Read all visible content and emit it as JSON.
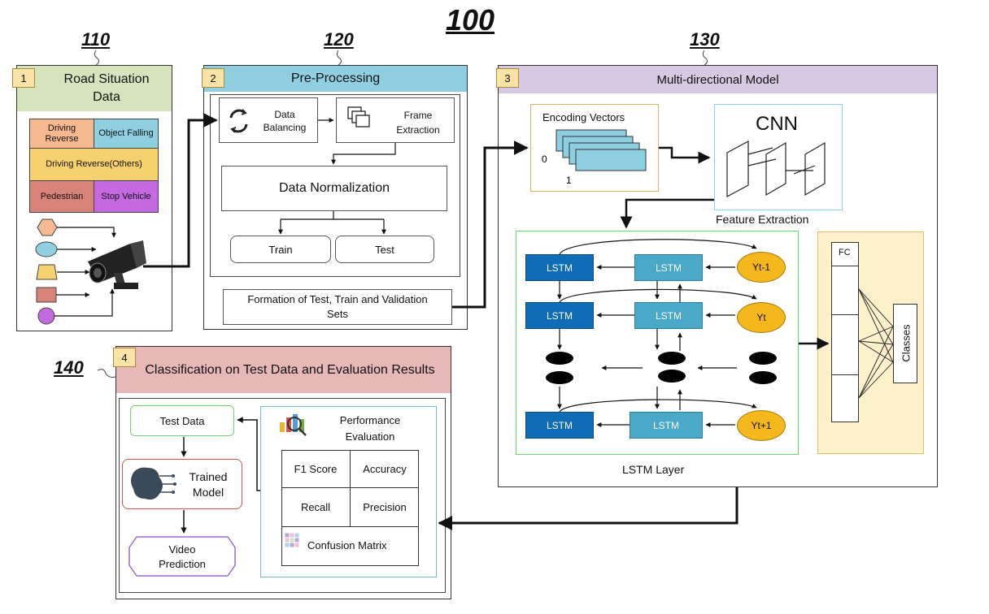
{
  "diagram": {
    "ref_main": "100",
    "ref_1": "110",
    "ref_2": "120",
    "ref_3": "130",
    "ref_4": "140"
  },
  "panel1": {
    "number": "1",
    "title": "Road Situation Data",
    "categories": [
      {
        "label": "Driving Reverse",
        "color": "#f6b88f"
      },
      {
        "label": "Object Falling",
        "color": "#8ed0e0"
      },
      {
        "label": "Driving Reverse(Others)",
        "color": "#f6d16e"
      },
      {
        "label": "Pedestrian",
        "color": "#d7837a"
      },
      {
        "label": "Stop Vehicle",
        "color": "#c569e0"
      }
    ]
  },
  "panel2": {
    "number": "2",
    "title": "Pre-Processing",
    "data_balancing": "Data Balancing",
    "frame_extraction": "Frame Extraction",
    "data_normalization": "Data Normalization",
    "train": "Train",
    "test": "Test",
    "formation": "Formation of Test, Train and Validation Sets"
  },
  "panel3": {
    "number": "3",
    "title": "Multi-directional Model",
    "encoding_vectors": "Encoding Vectors",
    "enc_zero": "0",
    "enc_one": "1",
    "cnn": "CNN",
    "feature_extraction": "Feature Extraction",
    "lstm": "LSTM",
    "y_prev": "Yt-1",
    "y_curr": "Yt",
    "y_next": "Yt+1",
    "lstm_layer": "LSTM Layer",
    "fc": "FC",
    "classes": "Classes"
  },
  "panel4": {
    "number": "4",
    "title": "Classification on Test Data and Evaluation Results",
    "test_data": "Test Data",
    "trained_model": "Trained Model",
    "video_prediction": "Video Prediction",
    "performance_evaluation": "Performance Evaluation",
    "f1": "F1 Score",
    "accuracy": "Accuracy",
    "recall": "Recall",
    "precision": "Precision",
    "confusion_matrix": "Confusion Matrix"
  },
  "icons": [
    "refresh-icon",
    "frames-icon",
    "camera-icon",
    "brain-icon",
    "bar-chart-icon",
    "matrix-icon"
  ],
  "colors": {
    "panel1_header": "#d6e4bd",
    "panel2_header": "#8fcfdf",
    "panel3_header": "#d8c9e3",
    "panel4_header": "#e6b8b7",
    "lstm_dark": "#0e6db5",
    "lstm_light": "#4aa8c9",
    "y_node": "#f4b81c",
    "fc_panel": "#fdf1cc"
  }
}
